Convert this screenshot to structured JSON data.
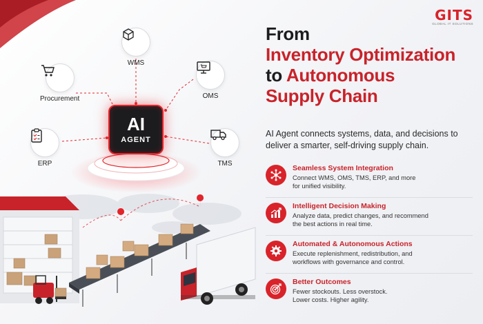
{
  "brand": {
    "logo": "GITS",
    "tagline": "GLOBAL IT SOLUTIONS",
    "accent": "#d9232a",
    "dark": "#1c1c1f"
  },
  "headline": {
    "line1": "From",
    "line2": "Inventory Optimization",
    "line3": "to Autonomous",
    "line4": "Supply Chain"
  },
  "intro": "AI Agent connects systems, data, and decisions to deliver a smarter, self-driving supply chain.",
  "hub": {
    "line1": "AI",
    "line2": "AGENT"
  },
  "systems": [
    {
      "label": "WMS",
      "icon": "box-icon"
    },
    {
      "label": "Procurement",
      "icon": "cart-icon"
    },
    {
      "label": "OMS",
      "icon": "monitor-cart-icon"
    },
    {
      "label": "ERP",
      "icon": "clipboard-icon"
    },
    {
      "label": "TMS",
      "icon": "truck-icon"
    }
  ],
  "features": [
    {
      "title": "Seamless System Integration",
      "desc_line1": "Connect WMS, OMS, TMS, ERP, and more",
      "desc_line2": "for unified visibility.",
      "icon": "network-icon"
    },
    {
      "title": "Intelligent Decision Making",
      "desc_line1": "Analyze data, predict changes, and recommend",
      "desc_line2": "the best actions in real time.",
      "icon": "growth-chart-icon"
    },
    {
      "title": "Automated & Autonomous Actions",
      "desc_line1": "Execute replenishment, redistribution, and",
      "desc_line2": "workflows with governance and control.",
      "icon": "gear-icon"
    },
    {
      "title": "Better Outcomes",
      "desc_line1": "Fewer stockouts. Less overstock.",
      "desc_line2": "Lower costs. Higher agility.",
      "icon": "target-icon"
    }
  ]
}
